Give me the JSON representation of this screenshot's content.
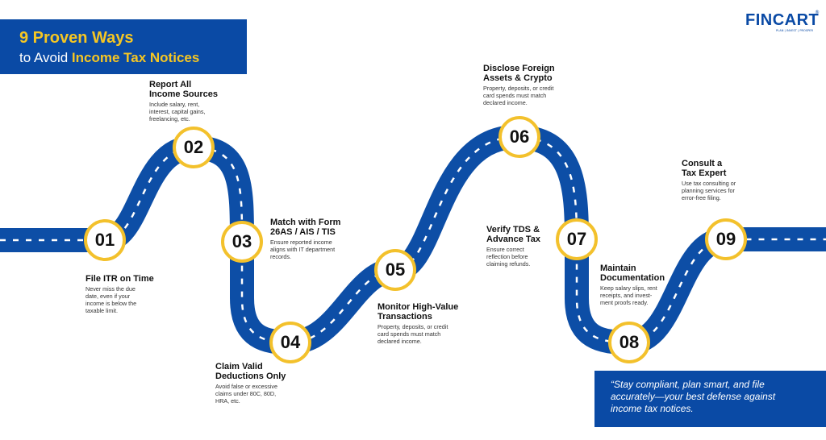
{
  "banner": {
    "line1": "9 Proven Ways",
    "line2_prefix": "to Avoid ",
    "line2_highlight": "Income Tax Notices"
  },
  "logo": {
    "brand": "FINCART",
    "registered": "®",
    "tagline": "PLAN | INVEST | PROSPER"
  },
  "colors": {
    "road": "#0d4ea6",
    "dash": "#ffffff",
    "ring": "#f3c12c",
    "banner": "#0a4aa5",
    "accent": "#f5c623"
  },
  "steps": [
    {
      "num": "01",
      "title": [
        "File ITR on Time"
      ],
      "desc": [
        "Never miss the due",
        "date, even if your",
        "income is below the",
        "taxable limit."
      ]
    },
    {
      "num": "02",
      "title": [
        "Report All",
        "Income Sources"
      ],
      "desc": [
        "Include salary, rent,",
        "interest, capital gains,",
        "freelancing, etc."
      ]
    },
    {
      "num": "03",
      "title": [
        "Match with Form",
        "26AS / AIS / TIS"
      ],
      "desc": [
        "Ensure reported income",
        "aligns with IT department",
        "records."
      ]
    },
    {
      "num": "04",
      "title": [
        "Claim Valid",
        "Deductions Only"
      ],
      "desc": [
        "Avoid false or excessive",
        "claims under 80C, 80D,",
        "HRA, etc."
      ]
    },
    {
      "num": "05",
      "title": [
        "Monitor High-Value",
        "Transactions"
      ],
      "desc": [
        "Property, deposits, or credit",
        "card spends must match",
        "declared income."
      ]
    },
    {
      "num": "06",
      "title": [
        "Disclose Foreign",
        "Assets & Crypto"
      ],
      "desc": [
        "Property, deposits, or credit",
        "card spends must match",
        "declared income."
      ]
    },
    {
      "num": "07",
      "title": [
        "Verify TDS &",
        "Advance Tax"
      ],
      "desc": [
        "Ensure correct",
        "reflection before",
        "claiming refunds."
      ]
    },
    {
      "num": "08",
      "title": [
        "Maintain",
        "Documentation"
      ],
      "desc": [
        "Keep salary slips, rent",
        "receipts, and invest-",
        "ment proofs ready."
      ]
    },
    {
      "num": "09",
      "title": [
        "Consult a",
        "Tax Expert"
      ],
      "desc": [
        "Use tax consulting or",
        "planning services for",
        "error-free filing."
      ]
    }
  ],
  "quote": {
    "lines": [
      "“Stay compliant, plan smart, and file",
      "accurately—your best defense against",
      "income tax notices."
    ]
  }
}
